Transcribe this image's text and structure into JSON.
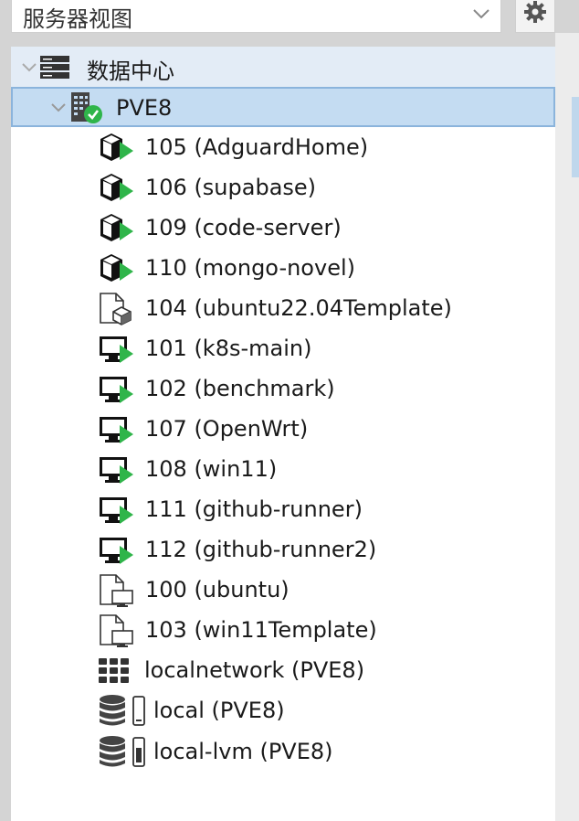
{
  "header": {
    "view_selector": {
      "value": "服务器视图"
    }
  },
  "tree": {
    "datacenter": {
      "label": "数据中心"
    },
    "node": {
      "label": "PVE8"
    },
    "items": [
      {
        "label": "105 (AdguardHome)",
        "icon": "container-running-icon"
      },
      {
        "label": "106 (supabase)",
        "icon": "container-running-icon"
      },
      {
        "label": "109 (code-server)",
        "icon": "container-running-icon"
      },
      {
        "label": "110 (mongo-novel)",
        "icon": "container-running-icon"
      },
      {
        "label": "104 (ubuntu22.04Template)",
        "icon": "container-template-icon"
      },
      {
        "label": "101 (k8s-main)",
        "icon": "vm-running-icon"
      },
      {
        "label": "102 (benchmark)",
        "icon": "vm-running-icon"
      },
      {
        "label": "107 (OpenWrt)",
        "icon": "vm-running-icon"
      },
      {
        "label": "108 (win11)",
        "icon": "vm-running-icon"
      },
      {
        "label": "111 (github-runner)",
        "icon": "vm-running-icon"
      },
      {
        "label": "112 (github-runner2)",
        "icon": "vm-running-icon"
      },
      {
        "label": "100 (ubuntu)",
        "icon": "vm-template-icon"
      },
      {
        "label": "103 (win11Template)",
        "icon": "vm-template-icon"
      },
      {
        "label": "localnetwork (PVE8)",
        "icon": "network-grid-icon"
      },
      {
        "label": "local (PVE8)",
        "icon": "storage-icon"
      },
      {
        "label": "local-lvm (PVE8)",
        "icon": "storage-icon"
      }
    ]
  },
  "colors": {
    "running": "#2fb54a",
    "selected_bg": "#c4dcf2",
    "selected_border": "#8bb4dc",
    "datacenter_bg": "#e3ecf6"
  }
}
